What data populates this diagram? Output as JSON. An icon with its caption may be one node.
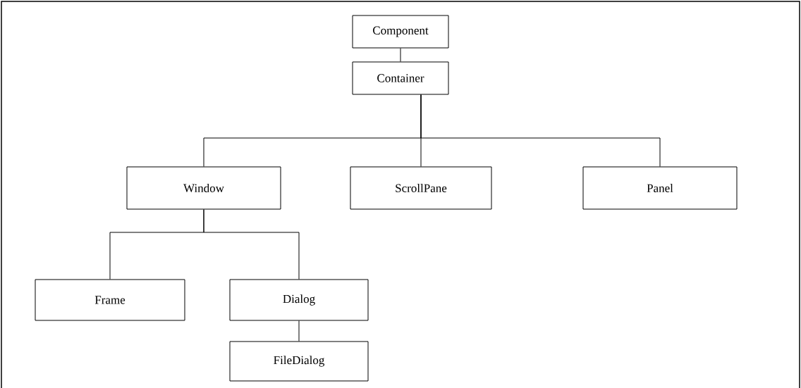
{
  "diagram": {
    "nodes": [
      {
        "text": [
          "Component"
        ]
      },
      {
        "text": [
          "Container"
        ]
      },
      {
        "text": [
          "Window"
        ]
      },
      {
        "text": [
          "ScrollPane"
        ]
      },
      {
        "text": [
          "Panel"
        ]
      },
      {
        "text": [
          "Frame"
        ]
      },
      {
        "text": [
          "Dialog"
        ]
      },
      {
        "text": [
          "FileDialog"
        ]
      }
    ],
    "edges": [
      {
        "from": 0,
        "to": 1,
        "arrow": "none"
      },
      {
        "from": 1,
        "to": 2,
        "arrow": "none"
      },
      {
        "from": 1,
        "to": 3,
        "arrow": "none"
      },
      {
        "from": 1,
        "to": 4,
        "arrow": "none"
      },
      {
        "from": 2,
        "to": 5,
        "arrow": "none"
      },
      {
        "from": 2,
        "to": 6,
        "arrow": "none"
      },
      {
        "from": 6,
        "to": 7,
        "arrow": "none"
      }
    ]
  }
}
